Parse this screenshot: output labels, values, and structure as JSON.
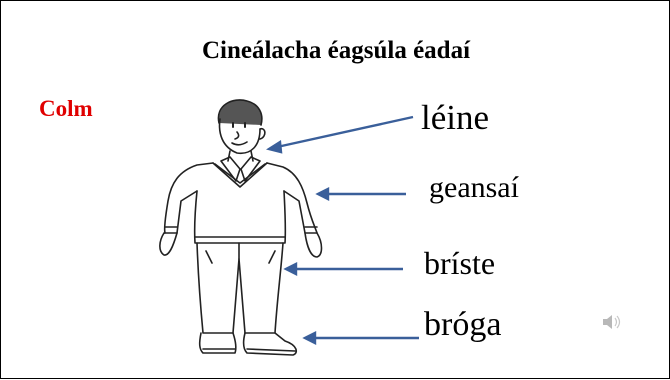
{
  "slide": {
    "title": "Cineálacha éagsúla éadaí",
    "person_name": "Colm",
    "name_color": "#e00000",
    "arrow_color": "#3a5f9a",
    "labels": {
      "shirt": "léine",
      "jumper": "geansaí",
      "trousers": "bríste",
      "shoes": "bróga"
    },
    "icons": [
      "man-drawing",
      "speaker-icon"
    ]
  }
}
